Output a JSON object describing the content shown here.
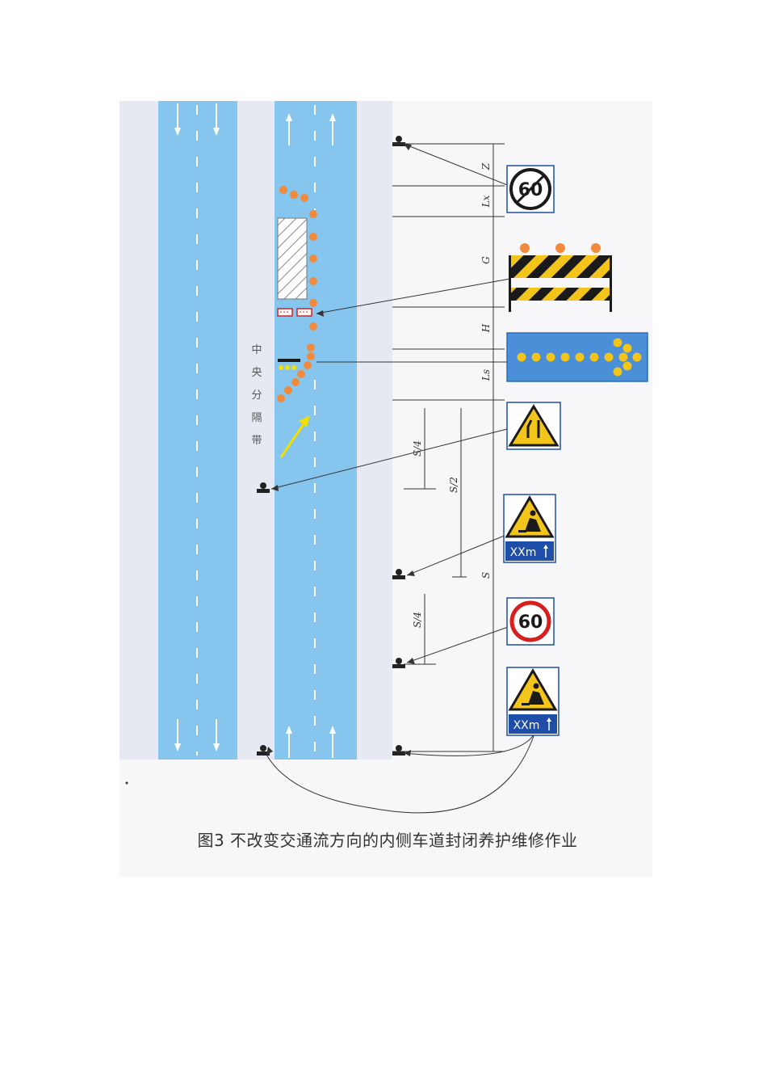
{
  "figure": {
    "caption": "图3  不改变交通流方向的内侧车道封闭养护维修作业",
    "median_label": [
      "中",
      "央",
      "分",
      "隔",
      "带"
    ]
  },
  "dimensions": {
    "z": "Z",
    "lx": "Lx",
    "g": "G",
    "h": "H",
    "ls": "Ls",
    "s4_upper": "S/4",
    "s2": "S/2",
    "s": "S",
    "s4_lower": "S/4"
  },
  "signs": {
    "speed_end": "60",
    "speed_limit": "60",
    "work_distance_upper": "XXm",
    "work_distance_lower": "XXm"
  },
  "colors": {
    "road": "#86c5ee",
    "median": "#e6e9f2",
    "cone": "#f28a3c",
    "arrow_panel_bg": "#4a8fd8",
    "yellow": "#f3c419",
    "stripe_black": "#1a1a1a",
    "sign_border_red": "#d62020",
    "sign_blue": "#1f4ea8"
  }
}
